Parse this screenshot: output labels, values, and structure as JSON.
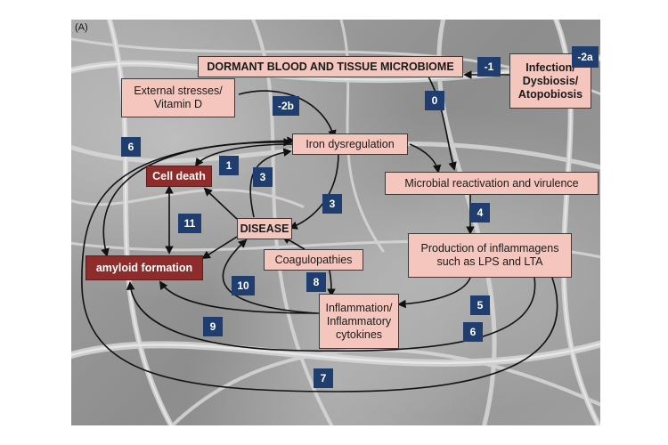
{
  "panel_label": "(A)",
  "nodes": {
    "dormant": "DORMANT BLOOD AND TISSUE MICROBIOME",
    "infection": "Infection/\nDysbiosis/\nAtopobiosis",
    "external": "External stresses/\nVitamin D",
    "iron": "Iron dysregulation",
    "cell_death": "Cell death",
    "microbial": "Microbial reactivation and virulence",
    "disease": "DISEASE",
    "coag": "Coagulopathies",
    "inflammagens": "Production of inflammagens\nsuch as LPS and LTA",
    "amyloid": "amyloid formation",
    "inflammation": "Inflammation/\nInflammatory\ncytokines"
  },
  "badges": {
    "b_m1": "-1",
    "b_m2a": "-2a",
    "b_0": "0",
    "b_m2b": "-2b",
    "b_6a": "6",
    "b_1": "1",
    "b_3a": "3",
    "b_3b": "3",
    "b_11": "11",
    "b_4": "4",
    "b_8": "8",
    "b_10": "10",
    "b_5": "5",
    "b_9": "9",
    "b_6b": "6",
    "b_7": "7"
  },
  "colors": {
    "node_fill": "#f4c6bd",
    "dark_node_fill": "#8e2b2b",
    "badge_fill": "#1f3d6e",
    "arrow": "#111111"
  }
}
